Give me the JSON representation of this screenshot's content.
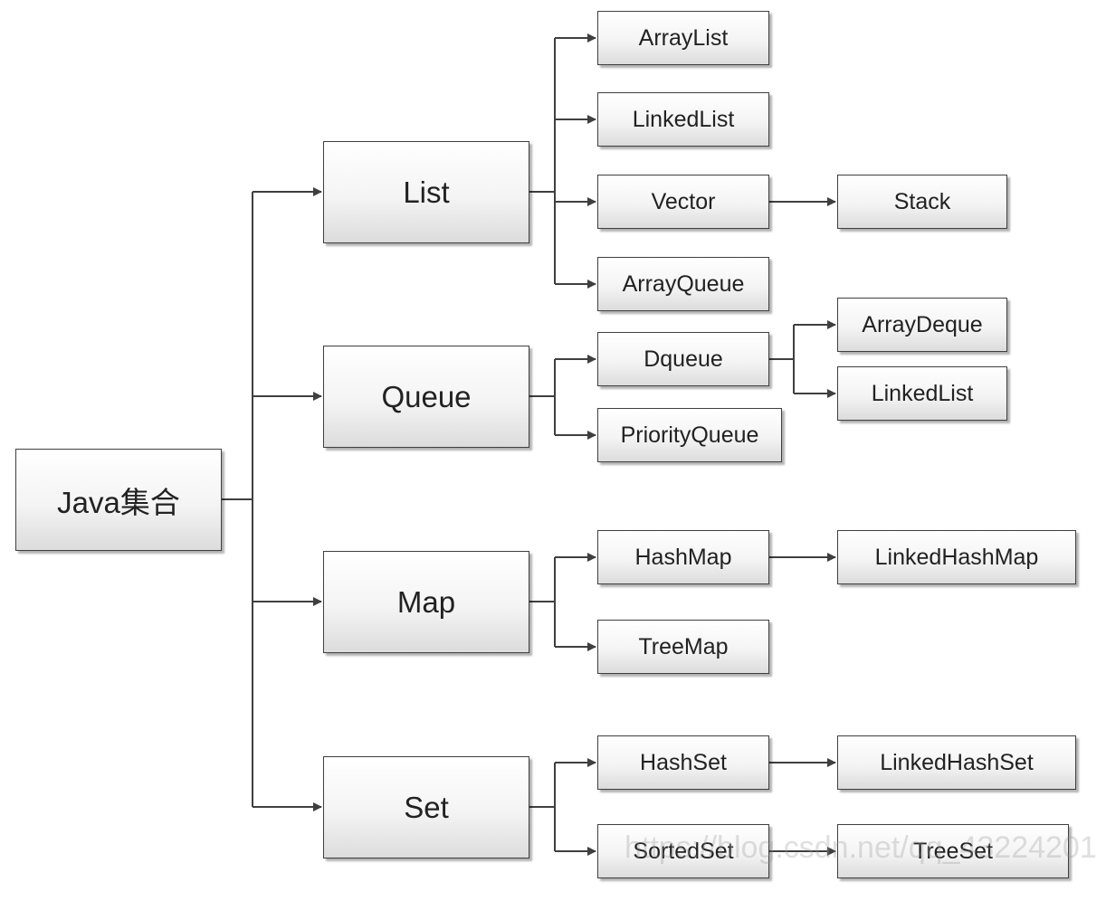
{
  "diagram": {
    "root": "Java集合",
    "categories": {
      "list": "List",
      "queue": "Queue",
      "map": "Map",
      "set": "Set"
    },
    "list_children": {
      "arraylist": "ArrayList",
      "linkedlist": "LinkedList",
      "vector": "Vector",
      "arrayqueue": "ArrayQueue"
    },
    "vector_child": "Stack",
    "queue_children": {
      "dqueue": "Dqueue",
      "priorityqueue": "PriorityQueue"
    },
    "dqueue_children": {
      "arraydeque": "ArrayDeque",
      "linkedlist": "LinkedList"
    },
    "map_children": {
      "hashmap": "HashMap",
      "treemap": "TreeMap"
    },
    "hashmap_child": "LinkedHashMap",
    "set_children": {
      "hashset": "HashSet",
      "sortedset": "SortedSet"
    },
    "hashset_child": "LinkedHashSet",
    "sortedset_child": "TreeSet",
    "watermark": "https://blog.csdn.net/qq_43224201"
  }
}
